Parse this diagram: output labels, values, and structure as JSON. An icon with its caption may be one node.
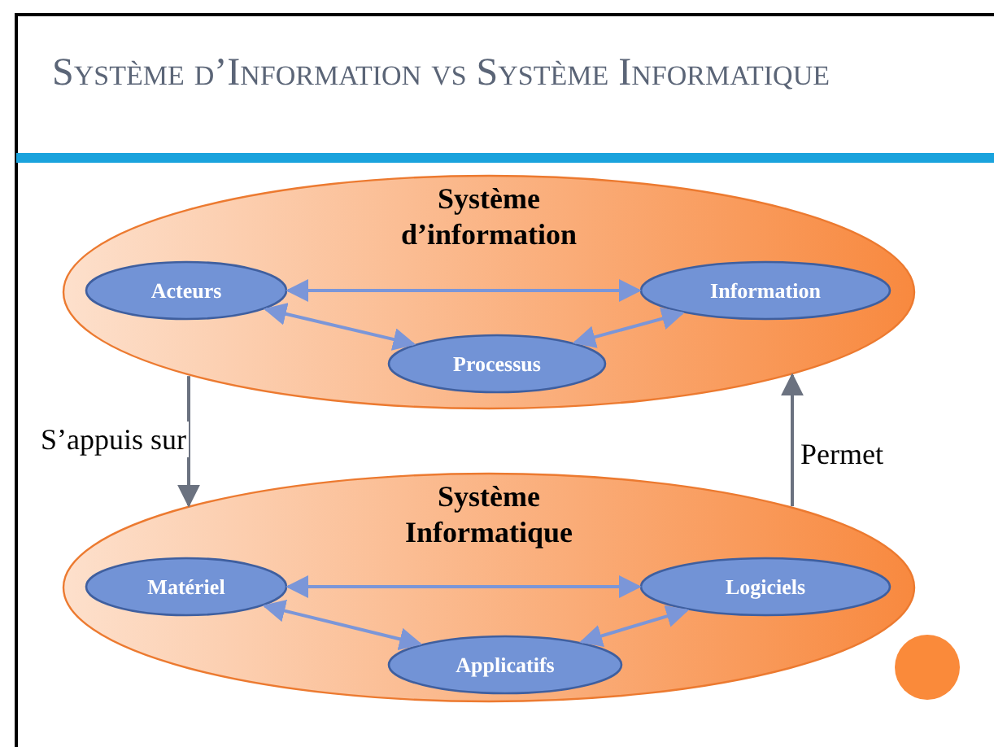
{
  "diagram": {
    "title": "Système d’Information vs Système Informatique",
    "nodes": [
      {
        "text": [
          "Système d’information"
        ]
      },
      {
        "text": [
          "Acteurs"
        ],
        "in": 0
      },
      {
        "text": [
          "Information"
        ],
        "in": 0
      },
      {
        "text": [
          "Processus"
        ],
        "in": 0
      },
      {
        "text": [
          "Système Informatique"
        ]
      },
      {
        "text": [
          "Matériel"
        ],
        "in": 4
      },
      {
        "text": [
          "Logiciels"
        ],
        "in": 4
      },
      {
        "text": [
          "Applicatifs"
        ],
        "in": 4
      }
    ],
    "edges": [
      {
        "from": 1,
        "to": 2,
        "arrow": "both"
      },
      {
        "from": 1,
        "to": 3,
        "arrow": "both"
      },
      {
        "from": 3,
        "to": 2,
        "arrow": "both"
      },
      {
        "from": 0,
        "to": 4,
        "arrow": "to",
        "label": "S’appuis sur",
        "color": "#6b7280"
      },
      {
        "from": 4,
        "to": 0,
        "arrow": "to",
        "label": "Permet",
        "color": "#6b7280"
      },
      {
        "from": 5,
        "to": 6,
        "arrow": "both"
      },
      {
        "from": 5,
        "to": 7,
        "arrow": "both"
      },
      {
        "from": 7,
        "to": 6,
        "arrow": "both"
      }
    ]
  }
}
